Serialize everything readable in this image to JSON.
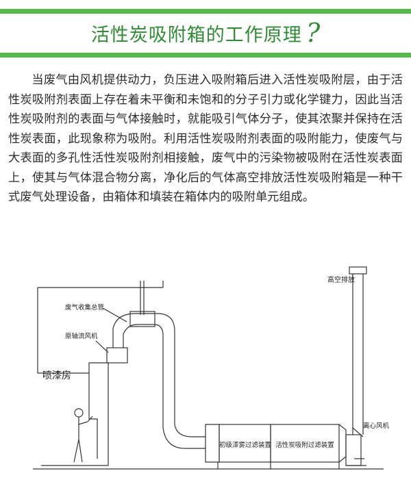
{
  "title": {
    "text": "活性炭吸附箱的工作原理",
    "question_mark": "?"
  },
  "body": "当废气由风机提供动力，负压进入吸附箱后进入活性炭吸附层，由于活性炭吸附剂表面上存在着未平衡和未饱和的分子引力或化学键力，因此当活性炭吸附剂的表面与气体接触时，就能吸引气体分子，使其浓聚并保持在活性炭表面，此现象称为吸附。利用活性炭吸附剂表面的吸附能力，使废气与大表面的多孔性活性炭吸附剂相接触，废气中的污染物被吸附在活性炭表面上，使其与气体混合物分离，净化后的气体高空排放活性炭吸附箱是一种干式废气处理设备，由箱体和填装在箱体内的吸附单元组成。",
  "diagram": {
    "labels": {
      "high_exhaust": "高空排放",
      "collection_duct": "废气收集总管",
      "axial_fan": "原轴流风机",
      "spray_room": "喷漆房",
      "primary_filter": "初级漆雾过滤装置",
      "carbon_filter": "活性炭吸附过滤装置",
      "centrifugal_fan": "离心风机"
    }
  },
  "colors": {
    "accent": "#54b84a",
    "title": "#2f8c34"
  }
}
